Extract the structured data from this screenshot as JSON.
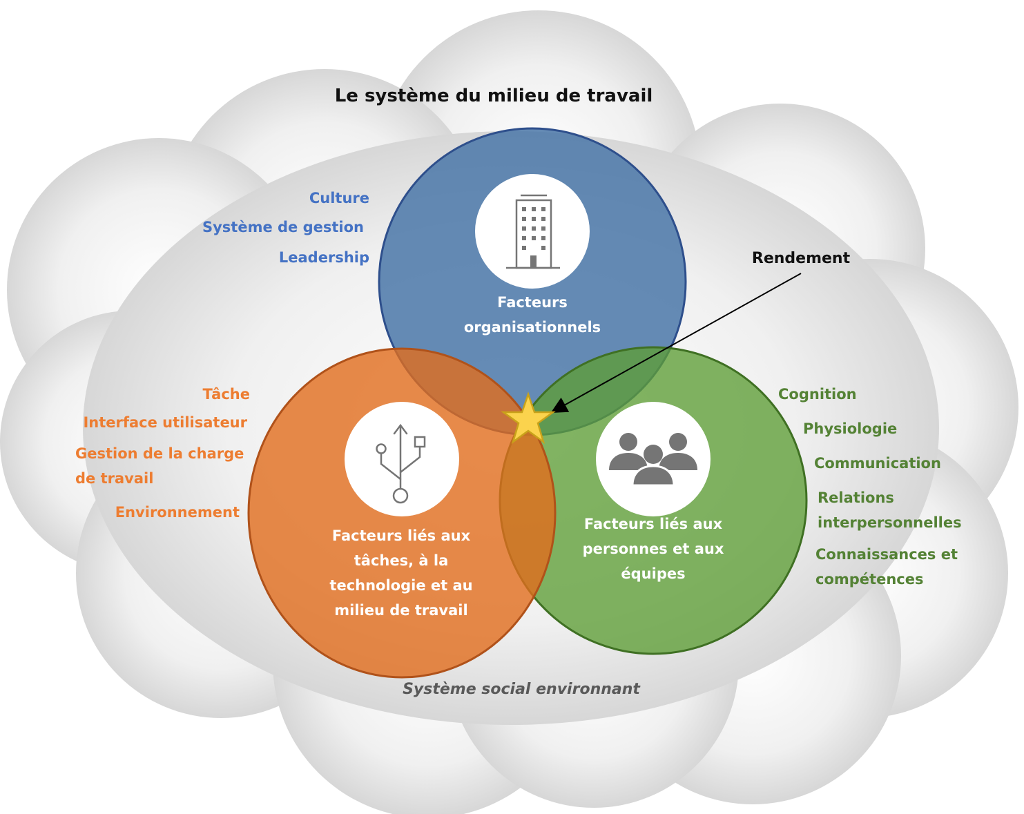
{
  "title": "Le système du milieu de travail",
  "performance_label": "Rendement",
  "surrounding_label": "Système social environnant",
  "colors": {
    "organizational": "#5a84b0",
    "task": "#e4741f",
    "people": "#6fa84a",
    "star": "#fbd34d",
    "cloud": "#d9d9d9"
  },
  "circles": {
    "organizational": {
      "icon": "building-icon",
      "label_lines": [
        "Facteurs",
        "organisationnels"
      ],
      "items": [
        "Culture",
        "Système de gestion",
        "Leadership"
      ]
    },
    "task": {
      "icon": "usb-icon",
      "label_lines": [
        "Facteurs liés aux",
        "tâches, à la",
        "technologie et au",
        "milieu de travail"
      ],
      "items": [
        "Tâche",
        "Interface utilisateur",
        "Gestion de la charge",
        "de travail",
        "Environnement"
      ]
    },
    "people": {
      "icon": "people-group-icon",
      "label_lines": [
        "Facteurs liés aux",
        "personnes et aux",
        "équipes"
      ],
      "items": [
        "Cognition",
        "Physiologie",
        "Communication",
        "Relations",
        "interpersonnelles",
        "Connaissances et",
        "compétences"
      ]
    }
  }
}
